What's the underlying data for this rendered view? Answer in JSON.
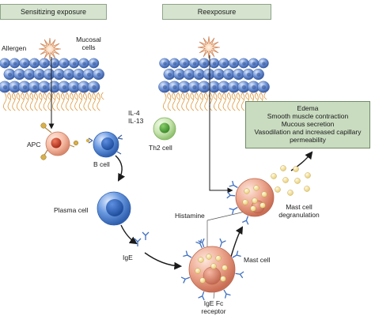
{
  "headers": {
    "left": "Sensitizing exposure",
    "right": "Reexposure"
  },
  "labels": {
    "allergen": "Allergen",
    "mucosal_cells": [
      "Mucosal",
      "cells"
    ],
    "apc": "APC",
    "il": [
      "IL-4",
      "IL-13"
    ],
    "b_cell": "B cell",
    "th2_cell": "Th2 cell",
    "plasma_cell": "Plasma cell",
    "ige": "IgE",
    "histamine": "Histamine",
    "mast_cell": "Mast cell",
    "mast_degran": [
      "Mast cell",
      "degranulation"
    ],
    "ige_fc": [
      "IgE Fc",
      "receptor"
    ]
  },
  "symptoms": [
    "Edema",
    "Smooth muscle contraction",
    "Mucous secretion",
    "Vasodilation and increased capillary",
    "permeability"
  ],
  "colors": {
    "header_fill": "#d6e4cf",
    "symptom_fill": "#c9dcc0",
    "epithelium": "#5b7fc6",
    "b_cell": "#3f78c9",
    "apc": "#c73a2a",
    "th2": "#4fa63e",
    "mast_cell": "#e0917a",
    "granule": "#f6e6a0"
  }
}
